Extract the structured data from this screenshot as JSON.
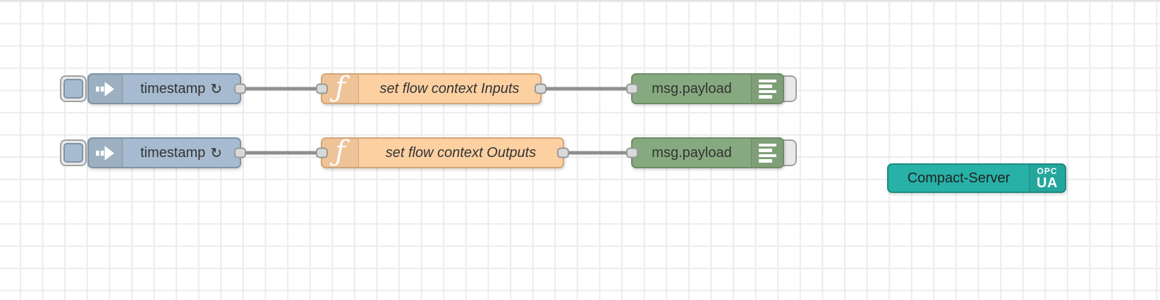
{
  "canvas": {
    "background": "#ffffff",
    "grid_color": "#ececec",
    "top_edge_color": "#e3e3e3",
    "wire_color": "#8f8f8f",
    "port_fill": "#d9d9d9",
    "port_border": "#999999",
    "label_color": "#333333"
  },
  "node_types": {
    "inject": {
      "fill": "#a6bbcf",
      "border": "#7e93a7"
    },
    "function": {
      "fill": "#fdd0a2",
      "border": "#d2a678"
    },
    "debug": {
      "fill": "#87a980",
      "border": "#6e8c66"
    },
    "opcua_server": {
      "fill": "#27b1a7",
      "border": "#1d8a82"
    }
  },
  "nodes": [
    {
      "id": "inject-1",
      "type": "inject",
      "label": "timestamp",
      "repeat_indicator": "↻"
    },
    {
      "id": "function-1",
      "type": "function",
      "label": "set flow context Inputs",
      "icon_glyph": "ƒ"
    },
    {
      "id": "debug-1",
      "type": "debug",
      "label": "msg.payload"
    },
    {
      "id": "inject-2",
      "type": "inject",
      "label": "timestamp",
      "repeat_indicator": "↻"
    },
    {
      "id": "function-2",
      "type": "function",
      "label": "set flow context Outputs",
      "icon_glyph": "ƒ"
    },
    {
      "id": "debug-2",
      "type": "debug",
      "label": "msg.payload"
    },
    {
      "id": "server-1",
      "type": "opcua_server",
      "label": "Compact-Server",
      "icon_text_top": "OPC",
      "icon_text_bottom": "UA"
    }
  ]
}
